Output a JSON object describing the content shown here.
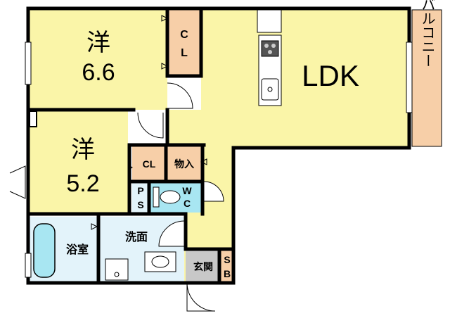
{
  "colors": {
    "room": "#FAF5A8",
    "closet": "#F7CFA8",
    "wet": "#E3F3FA",
    "bath": "#A8E6F2",
    "entrance": "#C8C8C8",
    "wall": "#000000",
    "fixture": "#FFFFFF"
  },
  "rooms": {
    "western1_kanji": "洋",
    "western1_size": "6.6",
    "western2_kanji": "洋",
    "western2_size": "5.2",
    "ldk": "LDK",
    "balcony": "バルコニー",
    "closet1_a": "C",
    "closet1_b": "L",
    "closet2": "CL",
    "storage": "物入",
    "ps_a": "P",
    "ps_b": "S",
    "wc_a": "W",
    "wc_b": "C",
    "washroom": "洗面",
    "bathroom": "浴室",
    "entrance": "玄関",
    "sb_a": "S",
    "sb_b": "B"
  }
}
